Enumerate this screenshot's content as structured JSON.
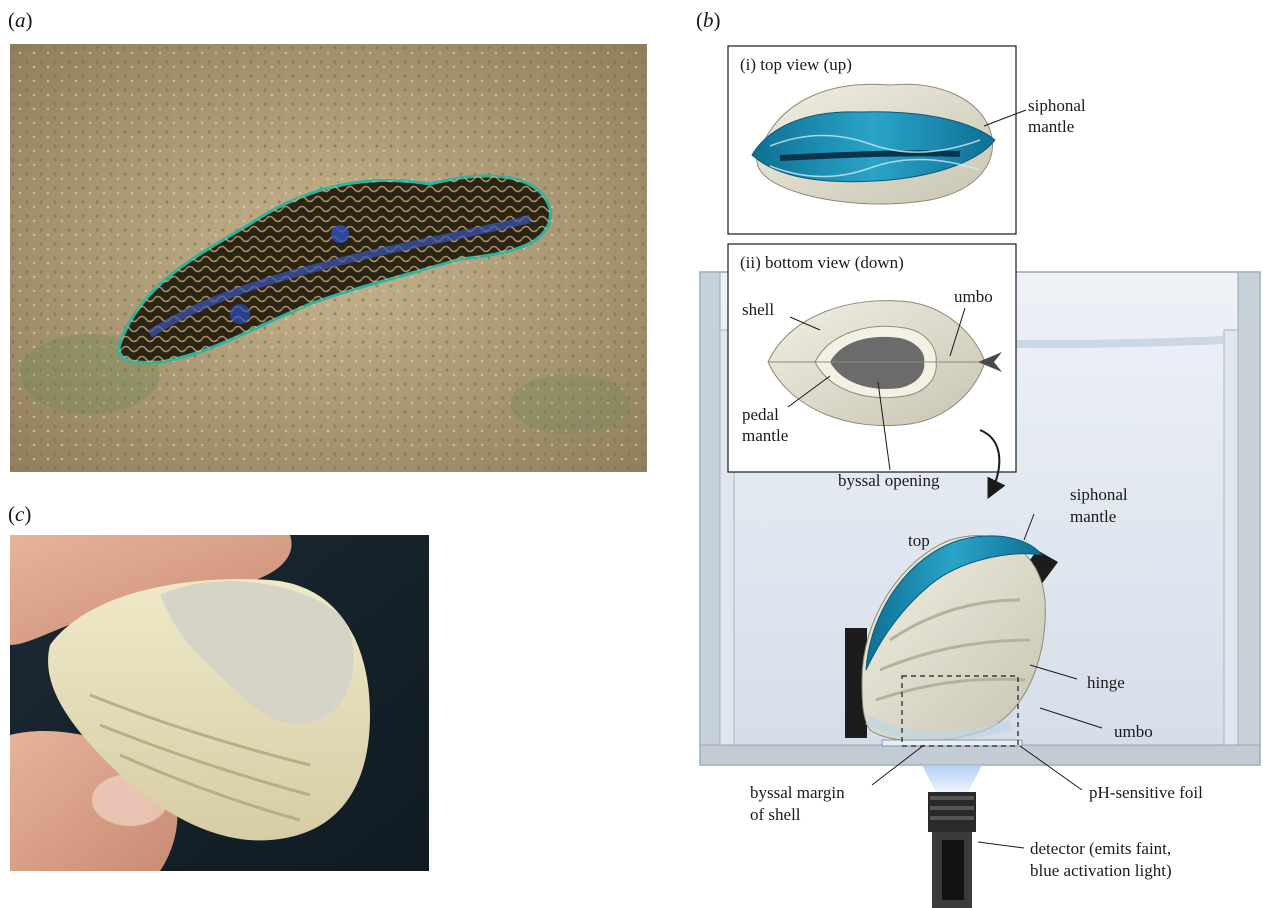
{
  "panels": {
    "a": {
      "prefix": "(",
      "letter": "a",
      "suffix": ")"
    },
    "b": {
      "prefix": "(",
      "letter": "b",
      "suffix": ")"
    },
    "c": {
      "prefix": "(",
      "letter": "c",
      "suffix": ")"
    }
  },
  "diagram": {
    "top_view_title": "(i)  top view (up)",
    "top_view_label_line1": "siphonal",
    "top_view_label_line2": "mantle",
    "bottom_view_title": "(ii)  bottom view (down)",
    "shell": "shell",
    "umbo_top": "umbo",
    "pedal_line1": "pedal",
    "pedal_line2": "mantle",
    "byssal_opening": "byssal opening",
    "siphonal_line1": "siphonal",
    "siphonal_line2": "mantle",
    "top": "top",
    "hinge": "hinge",
    "umbo": "umbo",
    "byssal_margin_line1": "byssal margin",
    "byssal_margin_line2": "of shell",
    "ph_foil": "pH-sensitive foil",
    "detector_line1": "detector (emits faint,",
    "detector_line2": "blue activation light)"
  },
  "colors": {
    "mantle_blue": "#1b8cb0",
    "shell": "#dedbcd",
    "water": "#e3eaf2",
    "tank_frame": "#cfd8e0",
    "sand": "#b6a37f"
  }
}
